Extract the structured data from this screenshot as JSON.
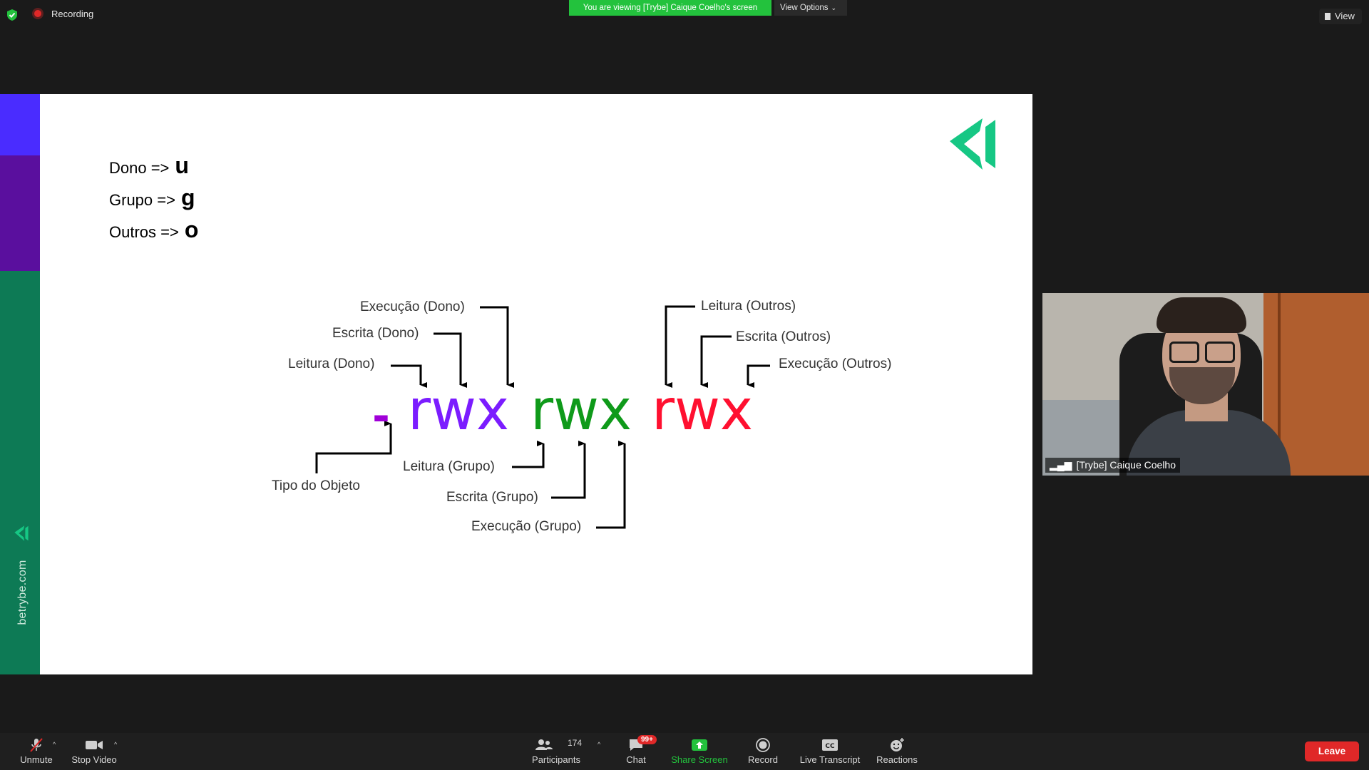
{
  "meeting": {
    "recording_label": "Recording",
    "viewing_banner": "You are viewing [Trybe] Caique Coelho's screen",
    "view_options_label": "View Options",
    "view_label": "View"
  },
  "slide": {
    "site": "betrybe.com",
    "legend": [
      {
        "label": "Dono =>",
        "symbol": "u"
      },
      {
        "label": "Grupo =>",
        "symbol": "g"
      },
      {
        "label": "Outros =>",
        "symbol": "o"
      }
    ],
    "permission_string": {
      "type_char": "-",
      "owner": "rwx",
      "group": "rwx",
      "others": "rwx"
    },
    "labels": {
      "exec_owner": "Execução (Dono)",
      "write_owner": "Escrita (Dono)",
      "read_owner": "Leitura (Dono)",
      "read_others": "Leitura (Outros)",
      "write_others": "Escrita (Outros)",
      "exec_others": "Execução (Outros)",
      "object_type": "Tipo do Objeto",
      "read_group": "Leitura (Grupo)",
      "write_group": "Escrita (Grupo)",
      "exec_group": "Execução (Grupo)"
    },
    "colors": {
      "type": "#a000d8",
      "owner": "#7b1cff",
      "group": "#0f9a1a",
      "others": "#ff1030",
      "brand_green": "#16c784"
    }
  },
  "participant": {
    "name": "[Trybe] Caique Coelho"
  },
  "toolbar": {
    "unmute": "Unmute",
    "stop_video": "Stop Video",
    "participants": "Participants",
    "participants_count": "174",
    "chat": "Chat",
    "chat_badge": "99+",
    "share_screen": "Share Screen",
    "record": "Record",
    "live_transcript": "Live Transcript",
    "reactions": "Reactions",
    "leave": "Leave"
  }
}
